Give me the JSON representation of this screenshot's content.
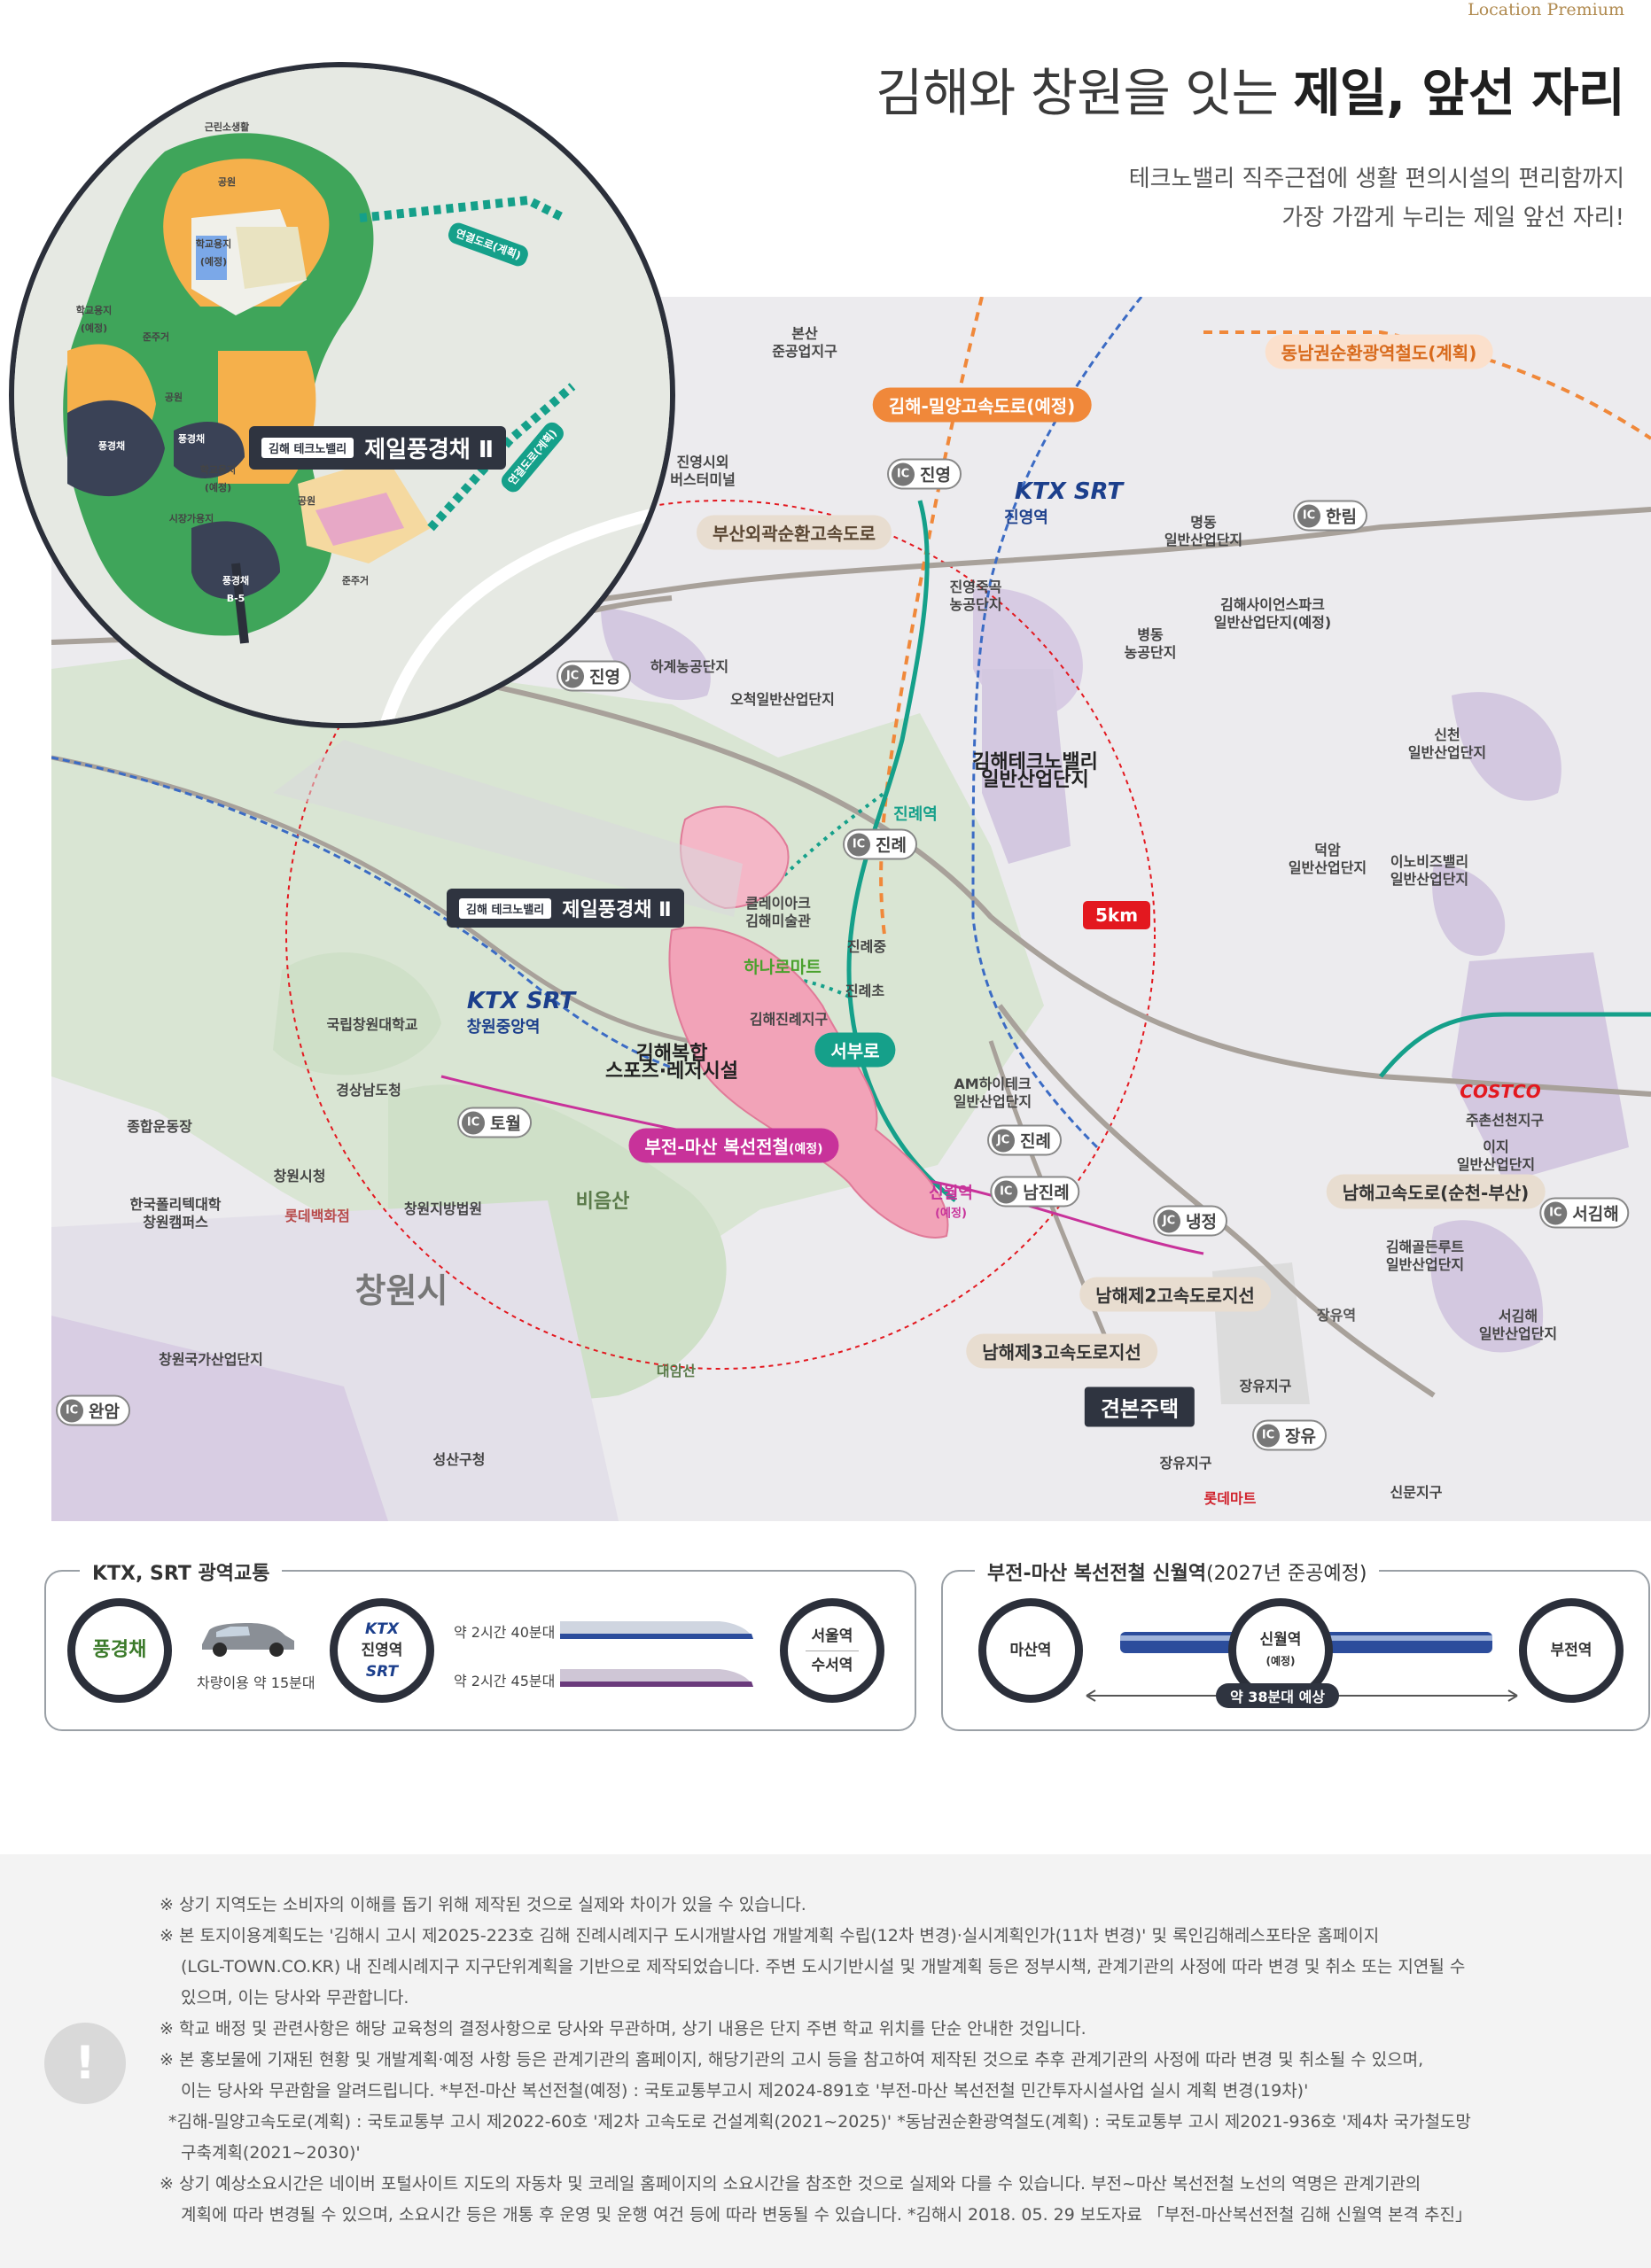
{
  "header": {
    "tag": "Location Premium",
    "title_light": "김해와 창원을 잇는",
    "title_bold": "제일, 앞선 자리",
    "subtitle_1": "테크노밸리 직주근접에 생활 편의시설의 편리함까지",
    "subtitle_2": "가장 가깝게 누리는 제일 앞선 자리!"
  },
  "map": {
    "radius_label": "5km",
    "roads": {
      "expressway_planned": "김해-밀양고속도로(예정)",
      "metro_rail_planned": "동남권순환광역철도(계획)",
      "outer_ring": "부산외곽순환고속도로",
      "bujeon_masan": "부전-마산 복선전철",
      "bujeon_masan_suffix": "(예정)",
      "namhae": "남해고속도로(순천-부산)",
      "namhae2": "남해제2고속도로지선",
      "namhae3": "남해제3고속도로지선",
      "seobu": "서부로"
    },
    "ic": {
      "jinyeong": "진영",
      "hallim": "한림",
      "jinrye": "진례",
      "towol": "토월",
      "namjinrye": "남진례",
      "gwanam": "완암",
      "janyu": "장유",
      "seogimhae": "서김해"
    },
    "jc": {
      "jinyeong": "진영",
      "jinrye": "진례",
      "naengjeong": "냉정"
    },
    "badge_ic": "IC",
    "badge_jc": "JC",
    "stations": {
      "ktx_jinyeong_brand": "KTX SRT",
      "ktx_jinyeong": "진영역",
      "ktx_changwon_brand": "KTX SRT",
      "ktx_changwon": "창원중앙역",
      "jinryeyeok": "진례역",
      "sinwol": "신월역",
      "sinwol_note": "(예정)",
      "jangyu": "장유역"
    },
    "places": {
      "bonsan": "본산\n준공업지구",
      "jinyeong_bus": "진영시외\n버스터미널",
      "jinyeong_juk": "진영죽곡\n농공단지",
      "myeongdong": "명동\n일반산업단지",
      "science_park": "김해사이언스파크\n일반산업단지(예정)",
      "byeongdong": "병동\n농공단지",
      "hagye": "하계농공단지",
      "ocheok": "오척일반산업단지",
      "technovalley": "김해테크노밸리\n일반산업단지",
      "sincheon": "신천\n일반산업단지",
      "deokam": "덕암\n일반산업단지",
      "innobiz": "이노비즈밸리\n일반산업단지",
      "clayarch": "클레이아크\n김해미술관",
      "hanaro": "하나로마트",
      "jinrye_middle": "진례중",
      "jinrye_elem": "진례초",
      "jinrye_district": "김해진례지구",
      "leisure": "김해복합\n스포츠·레저시설",
      "am_hitech": "AM하이테크\n일반산업단지",
      "national_univ": "국립창원대학교",
      "gyeongnam": "경상남도청",
      "sports_complex": "종합운동장",
      "changwon_city_hall": "창원시청",
      "polytech": "한국폴리텍대학\n창원캠퍼스",
      "lotte_dept": "롯데백화점",
      "court": "창원지방법원",
      "bieumsan": "비음산",
      "changwon": "창원시",
      "changwon_national": "창원국가산업단지",
      "daeamsan": "대암산",
      "seongsan": "성산구청",
      "costco": "COSTCO",
      "juchon": "주촌선천지구",
      "iji": "이지\n일반산업단지",
      "golden_root": "김해골든루트\n일반산업단지",
      "seogimhae_ind": "서김해\n일반산업단지",
      "gyeonbon": "견본주택",
      "jangyu_district": "장유지구",
      "jangyu_district2": "장유지구",
      "lotte_mart": "롯데마트",
      "sinmun": "신문지구"
    },
    "project_small": "김해 테크노밸리",
    "project_name": "제일풍경채 Ⅱ"
  },
  "inset": {
    "labels": {
      "industrial": "근린소생활",
      "park1": "공원",
      "school1": "학교용지\n(예정)",
      "school2": "학교용지\n(예정)",
      "school3": "학교용지\n(예정)",
      "residential1": "준주거",
      "residential2": "준주거",
      "park2": "공원",
      "pungkyung1": "풍경채",
      "pungkyung2": "풍경채",
      "pungkyung_b5": "풍경채\nB-5",
      "park3": "공원",
      "market": "시장가용지",
      "road_plan1": "연결도로(계획)",
      "road_plan2": "연결도로(계획)"
    },
    "project_small": "김해 테크노밸리",
    "project_name": "제일풍경채 Ⅱ"
  },
  "transit": {
    "ktx_box": {
      "title": "KTX, SRT 광역교통",
      "origin": "풍경채",
      "car_time": "차량이용 약 15분대",
      "hub_brand_1": "KTX",
      "hub_name": "진영역",
      "hub_brand_2": "SRT",
      "time_1": "약 2시간 40분대",
      "time_2": "약 2시간 45분대",
      "dest_1": "서울역",
      "dest_2": "수서역"
    },
    "rail_box": {
      "title": "부전-마산 복선전철 신월역",
      "title_note": "(2027년 준공예정)",
      "left": "마산역",
      "center": "신월역",
      "center_note": "(예정)",
      "right": "부전역",
      "duration": "약 38분대 예상"
    }
  },
  "notices": [
    "※ 상기 지역도는 소비자의 이해를 돕기 위해 제작된 것으로 실제와 차이가 있을 수 있습니다.",
    "※ 본 토지이용계획도는 '김해시 고시 제2025-223호 김해 진례시례지구 도시개발사업 개발계획 수립(12차 변경)·실시계획인가(11차 변경)' 및 록인김해레스포타운 홈페이지",
    "(LGL-TOWN.CO.KR) 내 진례시례지구 지구단위계획을 기반으로 제작되었습니다. 주변 도시기반시설 및 개발계획 등은 정부시책, 관계기관의 사정에 따라 변경 및 취소 또는 지연될 수",
    "있으며, 이는 당사와 무관합니다.",
    "※ 학교 배정 및 관련사항은 해당 교육청의 결정사항으로 당사와 무관하며, 상기 내용은 단지 주변 학교 위치를 단순 안내한 것입니다.",
    "※ 본 홍보물에 기재된 현황 및 개발계획·예정 사항 등은 관계기관의 홈페이지, 해당기관의 고시 등을 참고하여 제작된 것으로 추후 관계기관의 사정에 따라 변경 및 취소될 수 있으며,",
    "이는 당사와 무관함을 알려드립니다. *부전-마산 복선전철(예정) : 국토교통부고시 제2024-891호 '부전-마산 복선전철 민간투자시설사업 실시 계획 변경(19차)'",
    "*김해-밀양고속도로(계획) : 국토교통부 고시 제2022-60호 '제2차 고속도로 건설계획(2021~2025)' *동남권순환광역철도(계획) : 국토교통부 고시 제2021-936호 '제4차 국가철도망",
    "구축계획(2021~2030)'",
    "※ 상기 예상소요시간은 네이버 포털사이트 지도의 자동차 및 코레일 홈페이지의 소요시간을 참조한 것으로 실제와 다를 수 있습니다. 부전~마산 복선전철 노선의 역명은 관계기관의",
    "계획에 따라 변경될 수 있으며, 소요시간 등은 개통 후 운영 및 운행 여건 등에 따라 변동될 수 있습니다. *김해시 2018. 05. 29 보도자료 「부전-마산복선전철 김해 신월역 본격 추진」"
  ],
  "colors": {
    "map_bg": "#e9e8ec",
    "green_area": "#cfe0c8",
    "industrial": "#d3c8e0",
    "project_pink": "#f2a3b8",
    "ktx_blue": "#1c3f8c",
    "rail_teal": "#15a08a",
    "rail_magenta": "#c8329a",
    "road_orange": "#f0883a",
    "badge_red": "#e3181f"
  },
  "icons": [
    "car-icon",
    "ktx-train-icon",
    "srt-train-icon",
    "subway-icon",
    "info-icon",
    "lotte-icon",
    "hanaro-icon"
  ]
}
